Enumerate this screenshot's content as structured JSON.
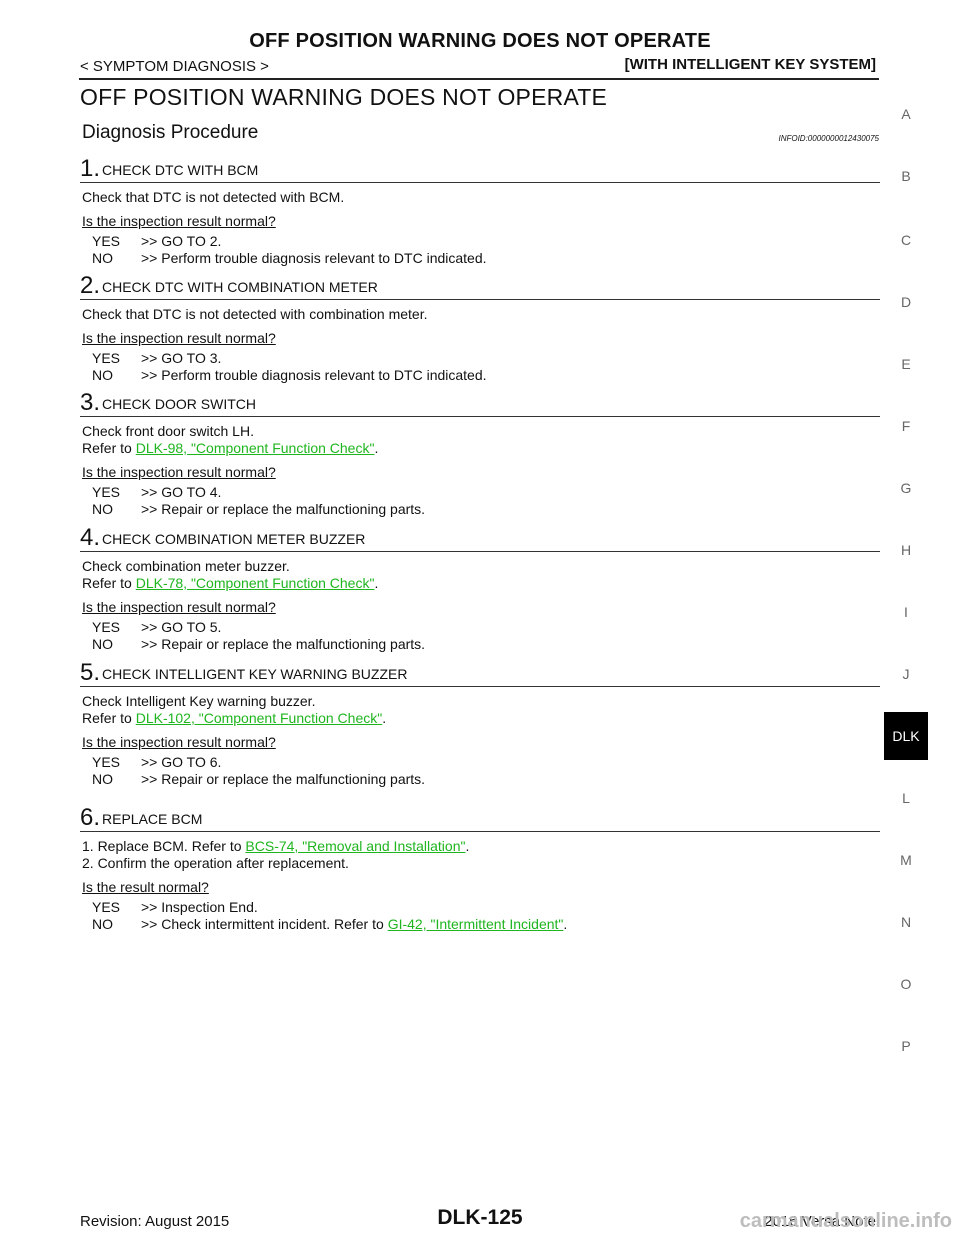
{
  "header": {
    "title": "OFF POSITION WARNING DOES NOT OPERATE",
    "left": "< SYMPTOM DIAGNOSIS >",
    "right": "[WITH INTELLIGENT KEY SYSTEM]"
  },
  "main_title": "OFF POSITION WARNING DOES NOT OPERATE",
  "section": {
    "title": "Diagnosis Procedure",
    "infoid": "INFOID:0000000012430075"
  },
  "steps": [
    {
      "num": "1.",
      "title": "CHECK DTC WITH BCM",
      "body": [
        "Check that DTC is not detected with BCM."
      ],
      "question": "Is the inspection result normal?",
      "yes_label": "YES",
      "yes": ">> GO TO 2.",
      "no_label": "NO",
      "no": ">> Perform trouble diagnosis relevant to DTC indicated."
    },
    {
      "num": "2.",
      "title": "CHECK DTC WITH COMBINATION METER",
      "body": [
        "Check that DTC is not detected with combination meter."
      ],
      "question": "Is the inspection result normal?",
      "yes_label": "YES",
      "yes": ">> GO TO 3.",
      "no_label": "NO",
      "no": ">> Perform trouble diagnosis relevant to DTC indicated."
    },
    {
      "num": "3.",
      "title": "CHECK DOOR SWITCH",
      "body": [
        "Check front door switch LH."
      ],
      "refer_prefix": "Refer to ",
      "refer_link": "DLK-98, \"Component Function Check\"",
      "refer_suffix": ".",
      "question": "Is the inspection result normal?",
      "yes_label": "YES",
      "yes": ">> GO TO 4.",
      "no_label": "NO",
      "no": ">> Repair or replace the malfunctioning parts."
    },
    {
      "num": "4.",
      "title": "CHECK COMBINATION METER BUZZER",
      "body": [
        "Check combination meter buzzer."
      ],
      "refer_prefix": "Refer to ",
      "refer_link": "DLK-78, \"Component Function Check\"",
      "refer_suffix": ".",
      "question": "Is the inspection result normal?",
      "yes_label": "YES",
      "yes": ">> GO TO 5.",
      "no_label": "NO",
      "no": ">> Repair or replace the malfunctioning parts."
    },
    {
      "num": "5.",
      "title": "CHECK INTELLIGENT KEY WARNING BUZZER",
      "body": [
        "Check Intelligent Key warning buzzer."
      ],
      "refer_prefix": "Refer to ",
      "refer_link": "DLK-102, \"Component Function Check\"",
      "refer_suffix": ".",
      "question": "Is the inspection result normal?",
      "yes_label": "YES",
      "yes": ">> GO TO 6.",
      "no_label": "NO",
      "no": ">> Repair or replace the malfunctioning parts."
    },
    {
      "num": "6.",
      "title": "REPLACE BCM",
      "list1_prefix": "1. Replace BCM. Refer to ",
      "list1_link": "BCS-74, \"Removal and Installation\"",
      "list1_suffix": ".",
      "list2": "2. Confirm the operation after replacement.",
      "question": "Is the result normal?",
      "yes_label": "YES",
      "yes": ">> Inspection End.",
      "no_label": "NO",
      "no_prefix": ">> Check intermittent incident. Refer to ",
      "no_link": "GI-42, \"Intermittent Incident\"",
      "no_suffix": "."
    }
  ],
  "tabs": [
    "A",
    "B",
    "C",
    "D",
    "E",
    "F",
    "G",
    "H",
    "I",
    "J",
    "DLK",
    "L",
    "M",
    "N",
    "O",
    "P"
  ],
  "active_tab": "DLK",
  "footer": {
    "left": "Revision: August 2015",
    "center": "DLK-125",
    "right": "2016 Versa Note"
  },
  "watermark": "carmanualsonline.info",
  "colors": {
    "link": "#1fb51f",
    "active_tab_bg": "#000000"
  }
}
